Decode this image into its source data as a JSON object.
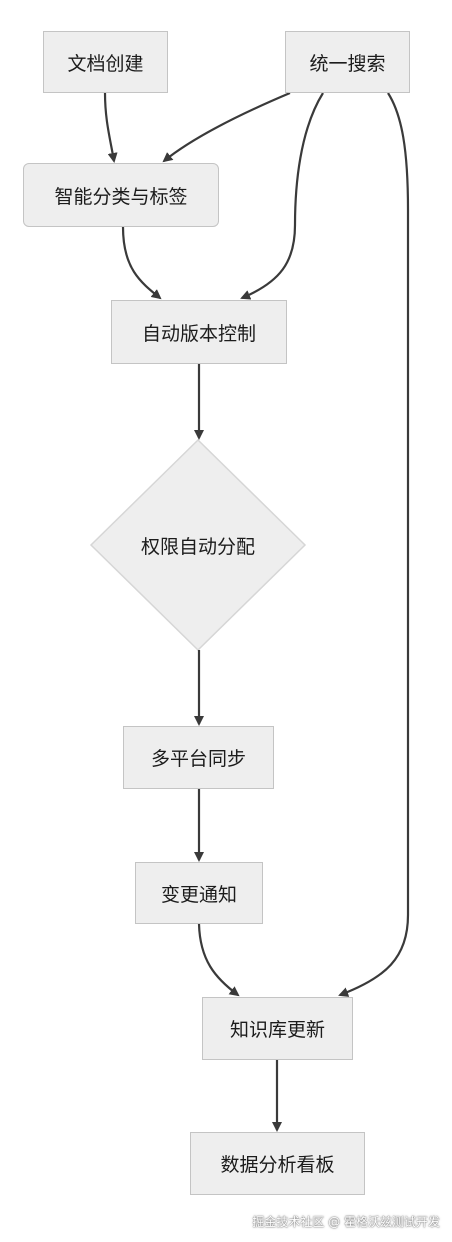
{
  "nodes": {
    "doc_create": "文档创建",
    "unified_search": "统一搜索",
    "smart_tagging": "智能分类与标签",
    "version_control": "自动版本控制",
    "permission_assign": "权限自动分配",
    "multi_sync": "多平台同步",
    "change_notify": "变更通知",
    "kb_update": "知识库更新",
    "analytics_board": "数据分析看板"
  },
  "watermark": "掘金技术社区 @ 霍格沃兹测试开发",
  "colors": {
    "node_fill": "#eeeeee",
    "node_border": "#c4c4c4",
    "edge": "#3a3a3a",
    "text": "#1c1c1c"
  }
}
